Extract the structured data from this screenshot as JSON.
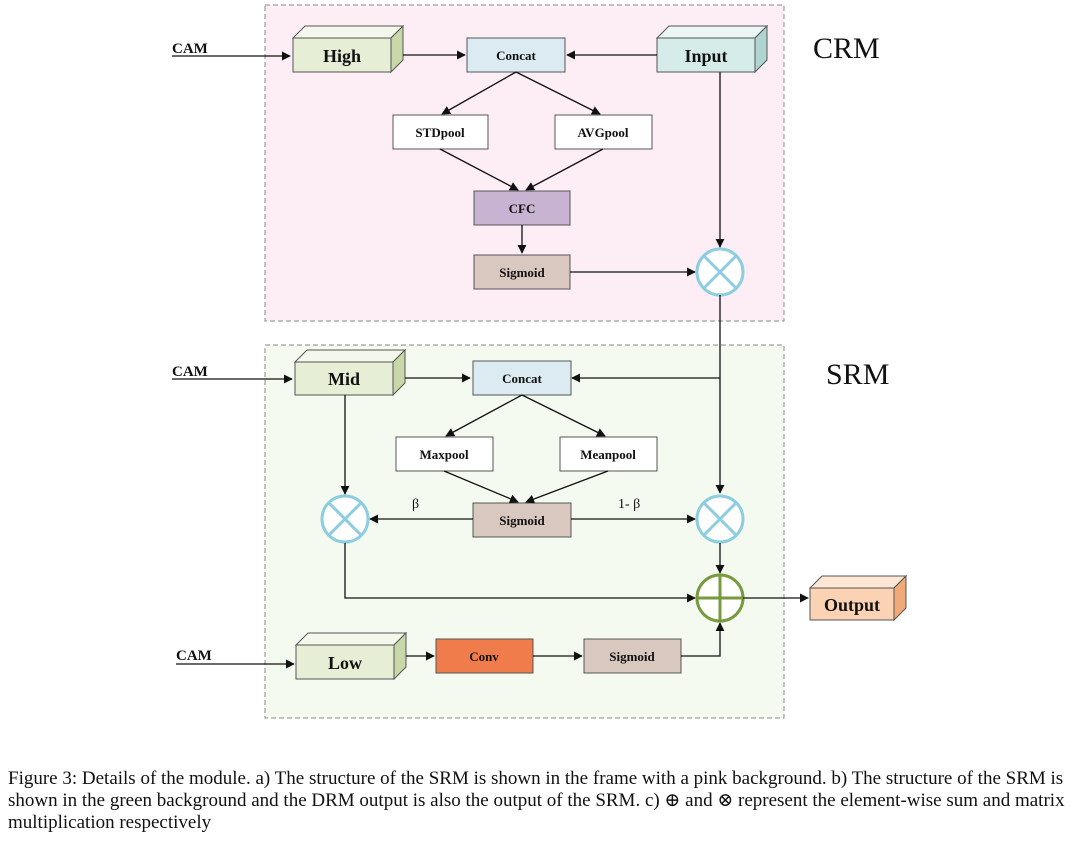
{
  "regions": {
    "crm": "CRM",
    "srm": "SRM"
  },
  "cam_labels": [
    "CAM",
    "CAM",
    "CAM"
  ],
  "blocks": {
    "high": "High",
    "input": "Input",
    "mid": "Mid",
    "low": "Low",
    "output": "Output"
  },
  "crm_nodes": {
    "concat": "Concat",
    "stdpool": "STDpool",
    "avgpool": "AVGpool",
    "cfc": "CFC",
    "sigmoid": "Sigmoid"
  },
  "srm_nodes": {
    "concat": "Concat",
    "maxpool": "Maxpool",
    "meanpool": "Meanpool",
    "sigmoid": "Sigmoid",
    "beta": "β",
    "one_minus_beta": "1- β",
    "conv": "Conv",
    "sigmoid_low": "Sigmoid"
  },
  "caption": "Figure 3: Details of the module. a) The structure of the SRM is shown in the frame with a pink background. b) The structure of the SRM is shown in the green background and the DRM output is also the output of the SRM. c) ⊕ and ⊗ represent the element-wise sum and matrix multiplication respectively",
  "colors": {
    "crm_bg": "#fdeef6",
    "srm_bg": "#f4faf0",
    "concat_fill": "#dcebf2",
    "cfc_fill": "#c8b4d2",
    "sigmoid_fill": "#d8c8c0",
    "conv_fill": "#f07c4c",
    "high_fill": "#e6efd6",
    "input_fill": "#d6ecea",
    "output_fill": "#fbd2b4",
    "circle_stroke": "#8ccde0",
    "sum_stroke": "#779a3c"
  }
}
